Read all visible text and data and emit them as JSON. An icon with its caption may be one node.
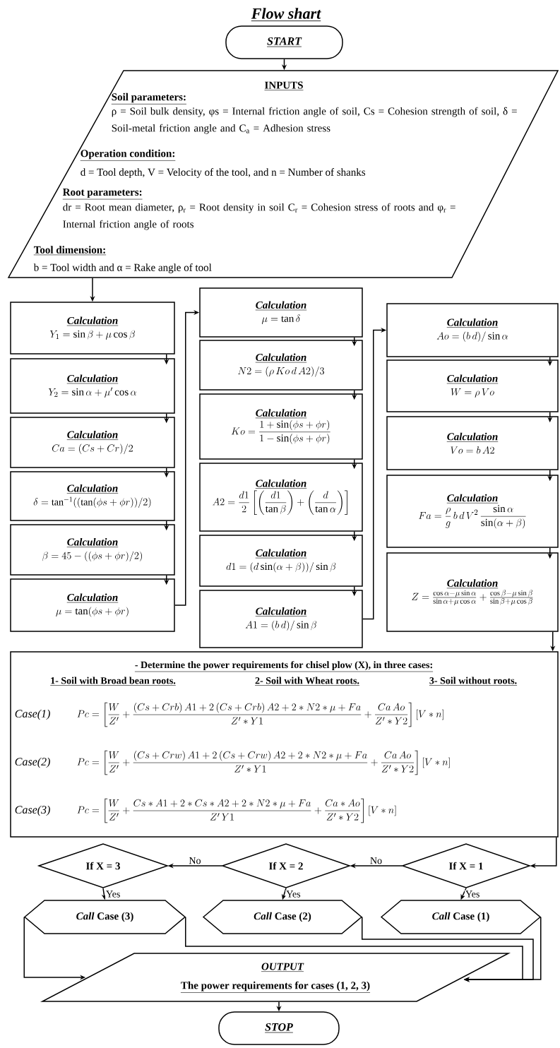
{
  "diagram": {
    "title": "Flow shart",
    "nodes": [
      {
        "text": [
          "START"
        ]
      },
      {
        "text": [
          "INPUTS",
          "Soil parameters:",
          "ρ = Soil bulk density, φs = Internal friction angle of soil, Cs = Cohesion strength of soil, δ = Soil-metal friction angle and C$_{a}$ = Adhesion stress",
          "Operation condition:",
          "d = Tool depth, V = Velocity of the tool, and n = Number of shanks",
          "Root parameters:",
          "dr = Root mean diameter, ρ$_{r}$ = Root density in soil C$_{r}$ = Cohesion stress of roots and φ$_{r}$ = Internal friction angle of roots",
          "Tool dimension:",
          "b = Tool width and α = Rake angle of tool"
        ]
      },
      {
        "text": [
          "Calculation",
          "Y_1 = \\sin\\beta + \\mu\\cos\\beta"
        ]
      },
      {
        "text": [
          "Calculation",
          "Y_2 = \\sin\\alpha + \\mu'\\cos\\alpha"
        ]
      },
      {
        "text": [
          "Calculation",
          "Ca = (Cs + Cr)/2"
        ]
      },
      {
        "text": [
          "Calculation",
          "\\delta = \\tan^{-1}((\\tan(\\phi s+\\phi r))/2)"
        ]
      },
      {
        "text": [
          "Calculation",
          "\\beta = 45 - ((\\phi s+\\phi r)/2)"
        ]
      },
      {
        "text": [
          "Calculation",
          "\\mu = \\tan(\\phi s+\\phi r)"
        ]
      },
      {
        "text": [
          "Calculation",
          "\\mu = \\tan\\delta"
        ]
      },
      {
        "text": [
          "Calculation",
          "N2 = (\\rho\\, Ko\\, d\\, A2)/3"
        ]
      },
      {
        "text": [
          "Calculation",
          "Ko = \\frac{1+\\sin(\\phi s+\\phi r)}{1-\\sin(\\phi s+\\phi r)}"
        ]
      },
      {
        "text": [
          "Calculation",
          "A2 = \\frac{d1}{2}\\left[\\left(\\frac{d1}{\\tan\\beta}\\right)+\\left(\\frac{d}{\\tan\\alpha}\\right)\\right]"
        ]
      },
      {
        "text": [
          "Calculation",
          "d1 = (d\\sin(\\alpha+\\beta))/\\sin\\beta"
        ]
      },
      {
        "text": [
          "Calculation",
          "A1 = (b\\, d)/\\sin\\beta"
        ]
      },
      {
        "text": [
          "Calculation",
          "Ao = (b\\, d)/\\sin\\alpha"
        ]
      },
      {
        "text": [
          "Calculation",
          "W = \\rho\\, Vo"
        ]
      },
      {
        "text": [
          "Calculation",
          "Vo = b\\, A2"
        ]
      },
      {
        "text": [
          "Calculation",
          "Fa = \\frac{\\rho}{g}\\, b\\, d\\, V^2\\, \\frac{\\sin\\alpha}{\\sin(\\alpha+\\beta)}"
        ]
      },
      {
        "text": [
          "Calculation",
          "Z = \\frac{\\cos\\alpha-\\mu\\sin\\alpha}{\\sin\\alpha+\\mu\\cos\\alpha}+\\frac{\\cos\\beta-\\mu\\sin\\beta}{\\sin\\beta+\\mu\\cos\\beta}"
        ]
      },
      {
        "text": [
          "- Determine the power requirements for chisel plow (X), in three cases:",
          "1- Soil with Broad bean roots.",
          "2- Soil with Wheat roots.",
          "3- Soil without roots.",
          "Case(1)",
          "Pc = \\left[\\frac{W}{Z'}+\\frac{(Cs+Crb)\\,A1+2\\,(Cs+Crb)\\,A2+2*N2*\\mu+Fa}{Z'*Y1}+\\frac{Ca\\,Ao}{Z'*Y2}\\right][V*n]",
          "Case(2)",
          "Pc = \\left[\\frac{W}{Z'}+\\frac{(Cs+Crw)\\,A1+2\\,(Cs+Crw)\\,A2+2*N2*\\mu+Fa}{Z'*Y1}+\\frac{Ca\\,Ao}{Z'*Y2}\\right][V*n]",
          "Case(3)",
          "Pc = \\left[\\frac{W}{Z'}+\\frac{Cs*A1+2*Cs*A2+2*N2*\\mu+Fa}{Z'\\,Y1}+\\frac{Ca*Ao}{Z'*Y2}\\right][V*n]"
        ]
      },
      {
        "text": [
          "If X = 3"
        ]
      },
      {
        "text": [
          "If X = 2"
        ]
      },
      {
        "text": [
          "If X = 1"
        ]
      },
      {
        "text": [
          "*Call* Case (3)"
        ]
      },
      {
        "text": [
          "*Call* Case (2)"
        ]
      },
      {
        "text": [
          "*Call* Case (1)"
        ]
      },
      {
        "text": [
          "OUTPUT",
          "The power requirements for cases (1, 2, 3)"
        ]
      },
      {
        "text": [
          "STOP"
        ]
      }
    ],
    "edges": [
      {
        "from": 0,
        "to": 1,
        "arrow": "to"
      },
      {
        "from": 1,
        "to": 2,
        "arrow": "to"
      },
      {
        "from": 2,
        "to": 3,
        "arrow": "to"
      },
      {
        "from": 3,
        "to": 4,
        "arrow": "to"
      },
      {
        "from": 4,
        "to": 5,
        "arrow": "to"
      },
      {
        "from": 5,
        "to": 6,
        "arrow": "to"
      },
      {
        "from": 6,
        "to": 7,
        "arrow": "to"
      },
      {
        "from": 7,
        "to": 8,
        "arrow": "to"
      },
      {
        "from": 8,
        "to": 9,
        "arrow": "to"
      },
      {
        "from": 9,
        "to": 10,
        "arrow": "to"
      },
      {
        "from": 10,
        "to": 11,
        "arrow": "to"
      },
      {
        "from": 11,
        "to": 12,
        "arrow": "to"
      },
      {
        "from": 12,
        "to": 13,
        "arrow": "to"
      },
      {
        "from": 13,
        "to": 14,
        "arrow": "to"
      },
      {
        "from": 14,
        "to": 15,
        "arrow": "to"
      },
      {
        "from": 15,
        "to": 16,
        "arrow": "to"
      },
      {
        "from": 16,
        "to": 17,
        "arrow": "to"
      },
      {
        "from": 17,
        "to": 18,
        "arrow": "to"
      },
      {
        "from": 18,
        "to": 19,
        "arrow": "to"
      },
      {
        "from": 19,
        "to": 22,
        "arrow": "to"
      },
      {
        "from": 22,
        "to": 21,
        "arrow": "to",
        "label": "No"
      },
      {
        "from": 21,
        "to": 20,
        "arrow": "to",
        "label": "No"
      },
      {
        "from": 22,
        "to": 25,
        "arrow": "to",
        "label": "Yes"
      },
      {
        "from": 21,
        "to": 24,
        "arrow": "to",
        "label": "Yes"
      },
      {
        "from": 20,
        "to": 23,
        "arrow": "to",
        "label": "Yes"
      },
      {
        "from": 25,
        "to": 26,
        "arrow": "to"
      },
      {
        "from": 24,
        "to": 26,
        "arrow": "to"
      },
      {
        "from": 23,
        "to": 26,
        "arrow": "to"
      },
      {
        "from": 23,
        "to": 26,
        "arrow": "to"
      },
      {
        "from": 26,
        "to": 27,
        "arrow": "to"
      }
    ]
  }
}
